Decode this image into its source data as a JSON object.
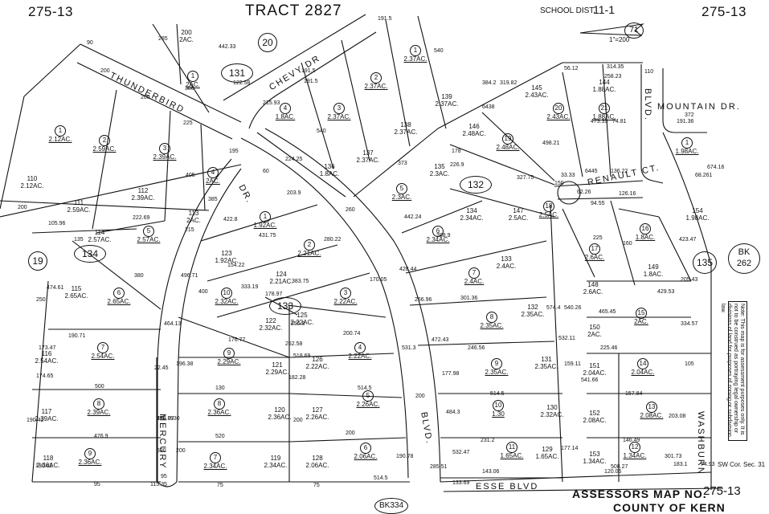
{
  "header": {
    "page_left": "275-13",
    "page_right": "275-13",
    "tract": "TRACT 2827",
    "school_district": "SCHOOL DIST.",
    "school_district_value": "11-1",
    "scale": "1\"=200'"
  },
  "footer": {
    "assessors_map": "ASSESSORS MAP NO.",
    "map_number": "275-13",
    "county": "COUNTY OF KERN"
  },
  "references": {
    "bk334": "BK334",
    "bk262_top": "BK",
    "bk262_bottom": "262",
    "sw_cor": "SW Cor. Sec. 31",
    "block_19": "19",
    "block_20": "20",
    "book_71": "71"
  },
  "block_numbers": {
    "b131": "131",
    "b132": "132",
    "b133": "133",
    "b134": "134",
    "b135": "135"
  },
  "streets": {
    "thunderbird": "THUNDERBIRD",
    "chevy_dr": "CHEVY   DR",
    "mercury_dr": "DR.",
    "mercury": "MERCURY",
    "renault_ct": "RENAULT CT.",
    "blvd_center": "BLVD.",
    "blvd_right": "BLVD.",
    "mountain_dr": "MOUNTAIN DR.",
    "washburn": "WASHBURN",
    "esse_blvd": "ESSE        BLVD"
  },
  "note": "Note: This map is for assessment purposes only. It is not to be construed as portraying legal ownership or divisions of land for purposes of zoning or subdivision law.",
  "lots": [
    {
      "n": "1",
      "a": "2AC."
    },
    {
      "n": "1",
      "a": "2.12AC."
    },
    {
      "n": "2",
      "a": "2.59AC."
    },
    {
      "n": "3",
      "a": "2.39AC."
    },
    {
      "n": "4",
      "a": "2AC."
    },
    {
      "n": "5",
      "a": "2.57AC."
    },
    {
      "n": "6",
      "a": "2.65AC."
    },
    {
      "n": "1",
      "a": "1.92AC."
    },
    {
      "n": "2",
      "a": "2.21AC."
    },
    {
      "n": "3",
      "a": "2.22AC."
    },
    {
      "n": "4",
      "a": "2.22AC."
    },
    {
      "n": "5",
      "a": "2.26AC."
    },
    {
      "n": "6",
      "a": "2.06AC."
    },
    {
      "n": "7",
      "a": "2.34AC."
    },
    {
      "n": "8",
      "a": "2.36AC."
    },
    {
      "n": "9",
      "a": "2.29AC."
    },
    {
      "n": "10",
      "a": "2.32AC."
    },
    {
      "n": "7",
      "a": "2.54AC."
    },
    {
      "n": "8",
      "a": "2.39AC."
    },
    {
      "n": "9",
      "a": "2.36AC."
    },
    {
      "n": "4",
      "a": "1.8AC."
    },
    {
      "n": "3",
      "a": "2.37AC."
    },
    {
      "n": "2",
      "a": "2.37AC."
    },
    {
      "n": "1",
      "a": "2.37AC."
    },
    {
      "n": "5",
      "a": "2.3AC."
    },
    {
      "n": "6",
      "a": "2.34AC."
    },
    {
      "n": "7",
      "a": "2.4AC."
    },
    {
      "n": "8",
      "a": "2.35AC."
    },
    {
      "n": "9",
      "a": "2.35AC."
    },
    {
      "n": "10",
      "a": "1.30"
    },
    {
      "n": "11",
      "a": "1.65AC."
    },
    {
      "n": "19",
      "a": "2.48AC."
    },
    {
      "n": "20",
      "a": "2.43AC."
    },
    {
      "n": "21",
      "a": "1.88AC."
    },
    {
      "n": "18",
      "a": "2.5AC."
    },
    {
      "n": "17",
      "a": "2.6AC."
    },
    {
      "n": "16",
      "a": "1.8AC."
    },
    {
      "n": "15",
      "a": "2AC."
    },
    {
      "n": "14",
      "a": "2.04AC."
    },
    {
      "n": "13",
      "a": "2.08AC."
    },
    {
      "n": "12",
      "a": "1.34AC."
    },
    {
      "n": "1",
      "a": "1.98AC."
    }
  ],
  "parcels": [
    {
      "p": "200",
      "a": "2AC."
    },
    {
      "p": "110",
      "a": "2.12AC."
    },
    {
      "p": "111",
      "a": "2.59AC."
    },
    {
      "p": "112",
      "a": "2.39AC."
    },
    {
      "p": "113",
      "a": "2AC."
    },
    {
      "p": "114",
      "a": "2.57AC."
    },
    {
      "p": "115",
      "a": "2.65AC."
    },
    {
      "p": "116",
      "a": "2.54AC."
    },
    {
      "p": "117",
      "a": "2.39AC."
    },
    {
      "p": "118",
      "a": "2.36AC."
    },
    {
      "p": "123",
      "a": "1.92AC."
    },
    {
      "p": "124",
      "a": "2.21AC."
    },
    {
      "p": "122",
      "a": "2.32AC."
    },
    {
      "p": "125",
      "a": "2.22AC."
    },
    {
      "p": "121",
      "a": "2.29AC."
    },
    {
      "p": "126",
      "a": "2.22AC."
    },
    {
      "p": "120",
      "a": "2.36AC."
    },
    {
      "p": "127",
      "a": "2.26AC."
    },
    {
      "p": "119",
      "a": "2.34AC."
    },
    {
      "p": "128",
      "a": "2.06AC."
    },
    {
      "p": "136",
      "a": "1.8AC."
    },
    {
      "p": "137",
      "a": "2.37AC."
    },
    {
      "p": "138",
      "a": "2.37AC."
    },
    {
      "p": "139",
      "a": "2.37AC."
    },
    {
      "p": "135",
      "a": "2.3AC."
    },
    {
      "p": "134",
      "a": "2.34AC."
    },
    {
      "p": "133",
      "a": "2.4AC."
    },
    {
      "p": "132",
      "a": "2.35AC."
    },
    {
      "p": "131",
      "a": "2.35AC."
    },
    {
      "p": "130",
      "a": "2.32AC."
    },
    {
      "p": "129",
      "a": "1.65AC."
    },
    {
      "p": "146",
      "a": "2.48AC."
    },
    {
      "p": "145",
      "a": "2.43AC."
    },
    {
      "p": "144",
      "a": "1.88AC."
    },
    {
      "p": "147",
      "a": "2.5AC."
    },
    {
      "p": "148",
      "a": "2.6AC."
    },
    {
      "p": "149",
      "a": "1.8AC."
    },
    {
      "p": "150",
      "a": "2AC."
    },
    {
      "p": "151",
      "a": "2.04AC."
    },
    {
      "p": "152",
      "a": "2.08AC."
    },
    {
      "p": "153",
      "a": "1.34AC."
    },
    {
      "p": "154",
      "a": "1.98AC."
    }
  ],
  "dims": [
    "90",
    "285",
    "442.33",
    "380",
    "200",
    "200",
    "225",
    "195",
    "122.58",
    "60",
    "191.5",
    "540",
    "215.93",
    "191.5",
    "191.5",
    "224.25",
    "540",
    "373",
    "384.2",
    "319.82",
    "56.12",
    "314.35",
    "258.23",
    "110",
    "178",
    "226.9",
    "6438",
    "498.21",
    "473.35",
    "74.81",
    "372",
    "191.36",
    "33.33",
    "6445",
    "136.22",
    "327.75",
    "150",
    "62.26",
    "94.55",
    "126.16",
    "674.16",
    "68.261",
    "200",
    "105.96",
    "135",
    "222.69",
    "215",
    "405",
    "385",
    "422.8",
    "203.9",
    "431.75",
    "154.22",
    "333.19",
    "178.97",
    "383.75",
    "280.22",
    "260",
    "442.24",
    "388.9",
    "474.61",
    "250",
    "380",
    "496.71",
    "400",
    "255.8",
    "262.58",
    "200.74",
    "170.05",
    "428.44",
    "266.96",
    "190.71",
    "173.47",
    "464.13",
    "176.77",
    "196.38",
    "518.69",
    "301.36",
    "574.4",
    "540.26",
    "225",
    "160",
    "423.47",
    "465.45",
    "429.53",
    "334.57",
    "205.43",
    "174.65",
    "22.45",
    "130",
    "182.28",
    "514.5",
    "531.3",
    "472.43",
    "246.56",
    "159.11",
    "532.11",
    "225.46",
    "105",
    "500",
    "205.07",
    "520",
    "200",
    "514.5",
    "177.98",
    "541.66",
    "157.84",
    "190.42",
    "476.9",
    "530",
    "200",
    "200",
    "484.3",
    "231.2",
    "177.14",
    "532.47",
    "146.49",
    "203.08",
    "476.9",
    "190.42",
    "520",
    "200",
    "75",
    "75",
    "514.5",
    "190.78",
    "285.51",
    "143.06",
    "120.06",
    "508.27",
    "301.73",
    "183.1",
    "74.93",
    "115.35",
    "95",
    "133.69",
    "95",
    "55",
    "520"
  ]
}
